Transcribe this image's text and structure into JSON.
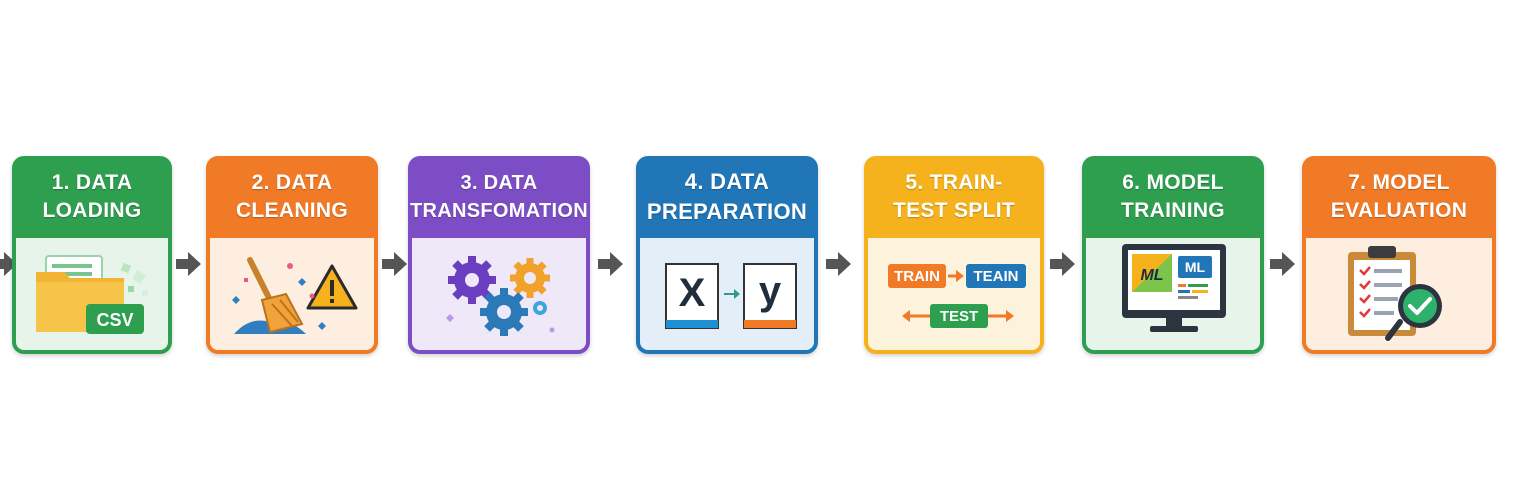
{
  "steps": [
    {
      "line1": "1. DATA",
      "line2": "LOADING",
      "color": "#2e9e4f",
      "body_color": "#e6f4ea",
      "icon": "folder-csv-icon",
      "badge": "CSV"
    },
    {
      "line1": "2. DATA",
      "line2": "CLEANING",
      "color": "#f07a26",
      "body_color": "#fdeee0",
      "icon": "broom-warning-icon"
    },
    {
      "line1": "3. DATA",
      "line2": "TRANSFOMATION",
      "color": "#7c4dc4",
      "body_color": "#efe8f8",
      "icon": "gears-icon"
    },
    {
      "line1": "4. DATA",
      "line2": "PREPARATION",
      "color": "#2176b8",
      "body_color": "#e3eef8",
      "icon": "x-to-y-icon",
      "x_label": "X",
      "y_label": "y"
    },
    {
      "line1": "5. TRAIN-",
      "line2": "TEST SPLIT",
      "color": "#f5b21c",
      "body_color": "#fdf3dc",
      "icon": "train-test-split-icon",
      "train_label": "TRAIN",
      "train2_label": "TEAIN",
      "test_label": "TEST"
    },
    {
      "line1": "6. MODEL",
      "line2": "TRAINING",
      "color": "#2e9e4f",
      "body_color": "#e6f4ea",
      "icon": "monitor-ml-icon",
      "ml1": "ML",
      "ml2": "ML"
    },
    {
      "line1": "7. MODEL",
      "line2": "EVALUATION",
      "color": "#f07a26",
      "body_color": "#fdeee0",
      "icon": "clipboard-check-icon"
    }
  ],
  "arrow_color": "#555555"
}
